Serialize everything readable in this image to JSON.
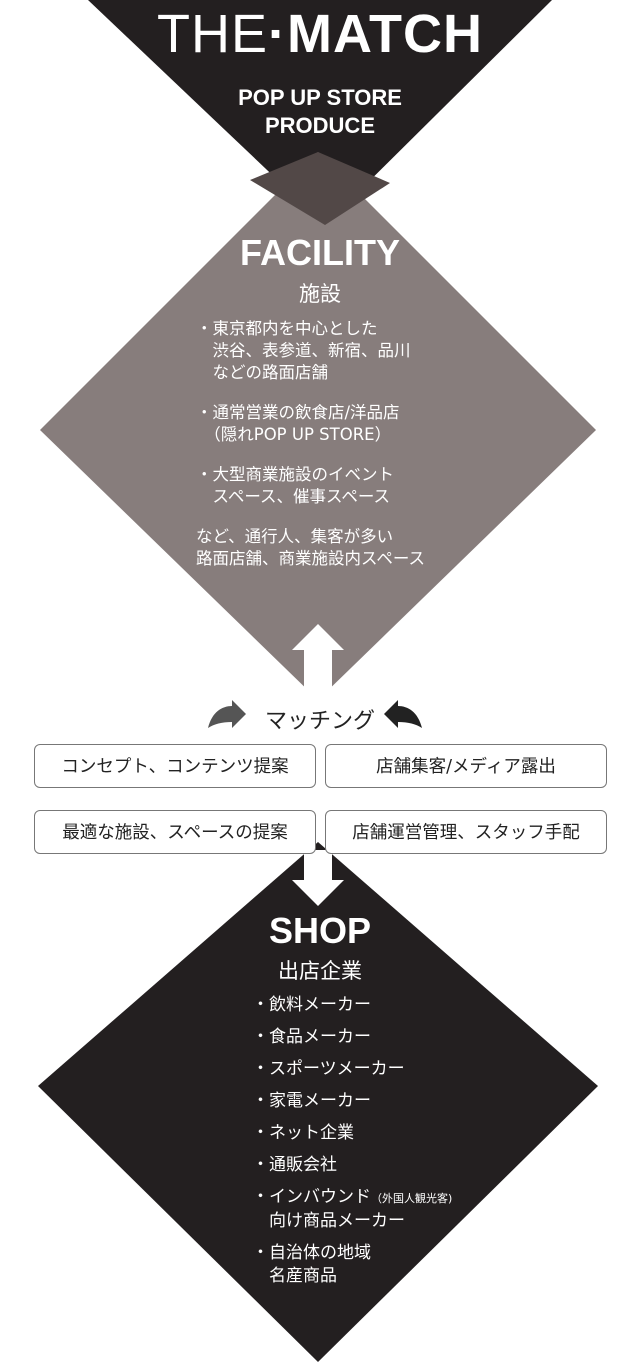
{
  "logo": {
    "part1": "THE",
    "dot": "·",
    "part2": "MATCH"
  },
  "header": {
    "line1": "POP UP STORE",
    "line2": "PRODUCE"
  },
  "facility": {
    "title": "FACILITY",
    "subtitle": "施設",
    "items": [
      [
        "・東京都内を中心とした",
        "　渋谷、表参道、新宿、品川",
        "　などの路面店舗"
      ],
      [
        "・通常営業の飲食店/洋品店",
        "　（隠れPOP UP STORE）"
      ],
      [
        "・大型商業施設のイベント",
        "　スペース、催事スペース"
      ],
      [
        "など、通行人、集客が多い",
        "路面店舗、商業施設内スペース"
      ]
    ]
  },
  "matching": {
    "label": "マッチング"
  },
  "boxes": {
    "concept": "コンセプト、コンテンツ提案",
    "media": "店舗集客/メディア露出",
    "space": "最適な施設、スペースの提案",
    "management": "店舗運営管理、スタッフ手配"
  },
  "shop": {
    "title": "SHOP",
    "subtitle": "出店企業",
    "items": [
      "・飲料メーカー",
      "・食品メーカー",
      "・スポーツメーカー",
      "・家電メーカー",
      "・ネット企業",
      "・通販会社"
    ],
    "inbound": {
      "main": "・インバウンド",
      "note": "（外国人観光客)",
      "line2": "　向け商品メーカー"
    },
    "local": {
      "line1": "・自治体の地域",
      "line2": "　名産商品"
    }
  },
  "colors": {
    "dark": "#231f20",
    "grey": "#877d7c",
    "overlap": "#524847",
    "white": "#ffffff"
  },
  "icons": [
    "right-curved-arrow-icon",
    "left-curved-arrow-icon",
    "up-arrow-icon",
    "down-arrow-icon"
  ]
}
